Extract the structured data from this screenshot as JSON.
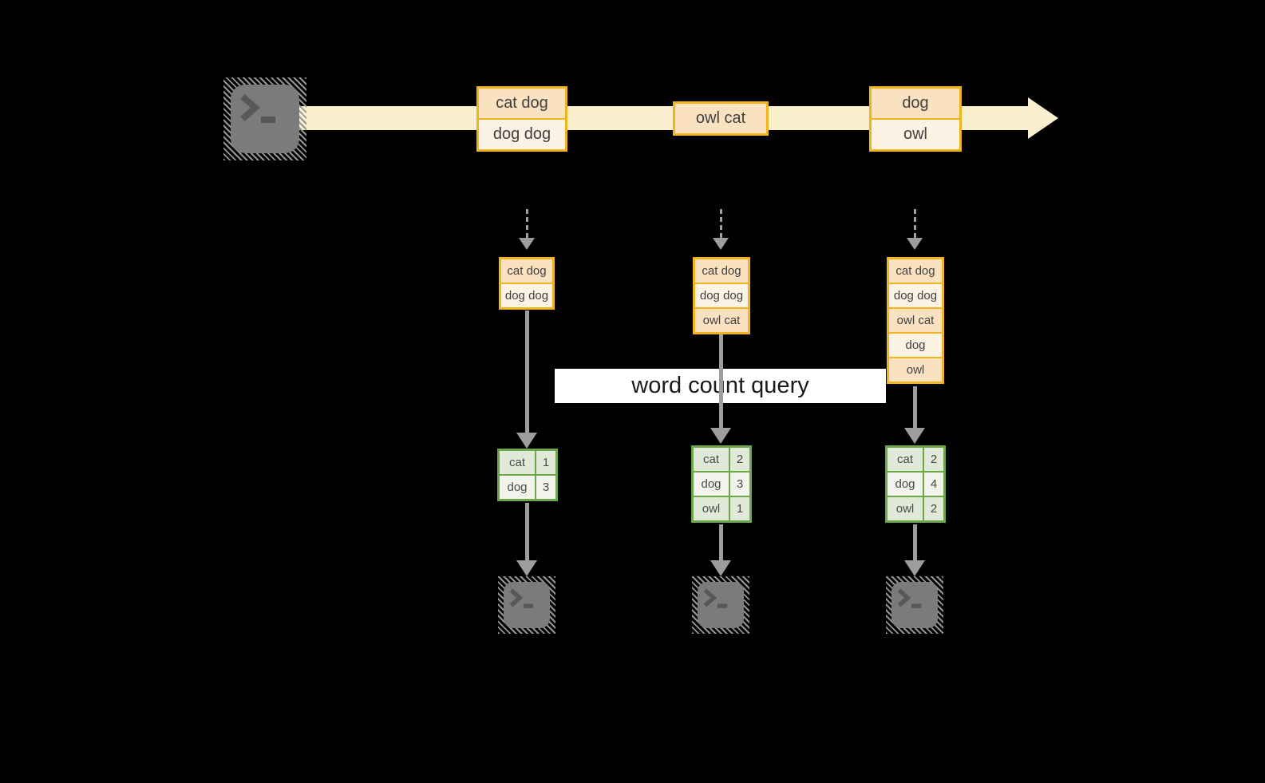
{
  "query_label": "word count query",
  "colors": {
    "background": "#000000",
    "stream_band": "#FBF0CE",
    "orange_border": "#F0B41F",
    "cell_peach": "#FAE2C1",
    "cell_cream": "#FDF3E5",
    "green_border": "#6CA74A",
    "green_cell_dark": "#E1EAD9",
    "green_cell_light": "#F0F4EC",
    "arrow_gray": "#9D9D9D",
    "terminal_gray": "#7B7B7B",
    "label_background": "#FFFFFF"
  },
  "stream": {
    "source_icon": "terminal-prompt-icon",
    "batches": [
      {
        "items": [
          "cat dog",
          "dog dog"
        ]
      },
      {
        "items": [
          "owl cat"
        ]
      },
      {
        "items": [
          "dog",
          "owl"
        ]
      }
    ]
  },
  "columns": [
    {
      "accumulated": [
        "cat dog",
        "dog dog"
      ],
      "counts": [
        {
          "word": "cat",
          "count": "1"
        },
        {
          "word": "dog",
          "count": "3"
        }
      ]
    },
    {
      "accumulated": [
        "cat dog",
        "dog dog",
        "owl cat"
      ],
      "counts": [
        {
          "word": "cat",
          "count": "2"
        },
        {
          "word": "dog",
          "count": "3"
        },
        {
          "word": "owl",
          "count": "1"
        }
      ]
    },
    {
      "accumulated": [
        "cat dog",
        "dog dog",
        "owl cat",
        "dog",
        "owl"
      ],
      "counts": [
        {
          "word": "cat",
          "count": "2"
        },
        {
          "word": "dog",
          "count": "4"
        },
        {
          "word": "owl",
          "count": "2"
        }
      ]
    }
  ]
}
